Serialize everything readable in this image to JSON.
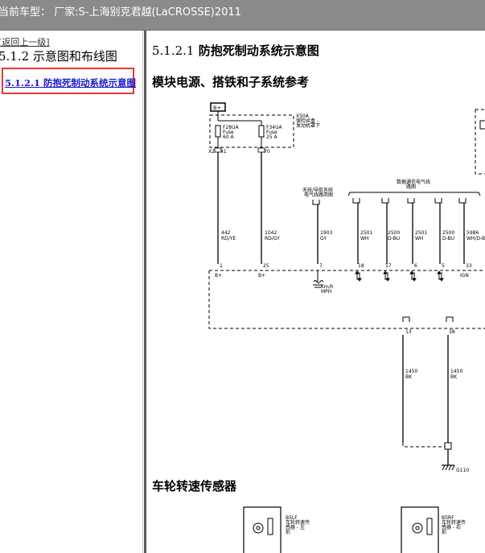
{
  "topbar": {
    "title": "当前车型： 厂家:S-上海别克君越(LaCROSSE)2011"
  },
  "sidebar": {
    "back_link": "[返回上一级]",
    "section_title": "5.1.2 示意图和布线图",
    "tree_item": "5.1.2.1 防抱死制动系统示意图"
  },
  "content": {
    "title_num": "5.1.2.1",
    "title_text": "防抱死制动系统示意图",
    "subtitle": "模块电源、搭铁和子系统参考",
    "subtitle2": "车轮转速传感器"
  },
  "diagram": {
    "bplus": "B+",
    "x50a_code": "X50A",
    "x50a_desc1": "保险丝盒 -",
    "x50a_desc2": "发动机罩下",
    "fuse1_code": "F28UA",
    "fuse1_type": "Fuse",
    "fuse1_amp": "60 A",
    "fuse2_code": "F34UA",
    "fuse2_type": "Fuse",
    "fuse2_amp": "25 A",
    "conn_x2": "X2",
    "pin_41": "41",
    "pin_70": "70",
    "wire1_num": "442",
    "wire1_color": "RD/YE",
    "wire2_num": "1042",
    "wire2_color": "RD/GY",
    "nav_label1": "无线/导航系统",
    "nav_label2": "电气线路简图",
    "wire3_num": "1903",
    "wire3_color": "GY",
    "data_label1": "数据通信电气线",
    "data_label2": "路图",
    "wire4_num": "2501",
    "wire4_color": "WH",
    "wire5_num": "2500",
    "wire5_color": "D-BU",
    "wire6_num": "2501",
    "wire6_color": "WH",
    "wire7_num": "2500",
    "wire7_color": "D-BU",
    "wire8_num": "5986",
    "wire8_color": "WH/D-B",
    "pin_1": "1",
    "pin_25": "25",
    "pin_7": "7",
    "pin_18": "18",
    "pin_17": "17",
    "pin_6": "6",
    "pin_5": "5",
    "pin_33": "33",
    "sig_b1": "B+",
    "sig_b2": "B+",
    "sig_ign": "IGN",
    "kmh1": "Km/h",
    "kmh2": "MPH",
    "pin_13": "13",
    "pin_38": "38",
    "wire9_num": "1450",
    "wire9_color": "BK",
    "wire10_num": "1450",
    "wire10_color": "BK",
    "ground": "G110",
    "s1_code": "B5LF",
    "s1_l1": "车轮转速传",
    "s1_l2": "感器 - 左",
    "s1_l3": "前",
    "s2_code": "B5RF",
    "s2_l1": "车轮转速传",
    "s2_l2": "感器 - 右",
    "s2_l3": "前"
  }
}
